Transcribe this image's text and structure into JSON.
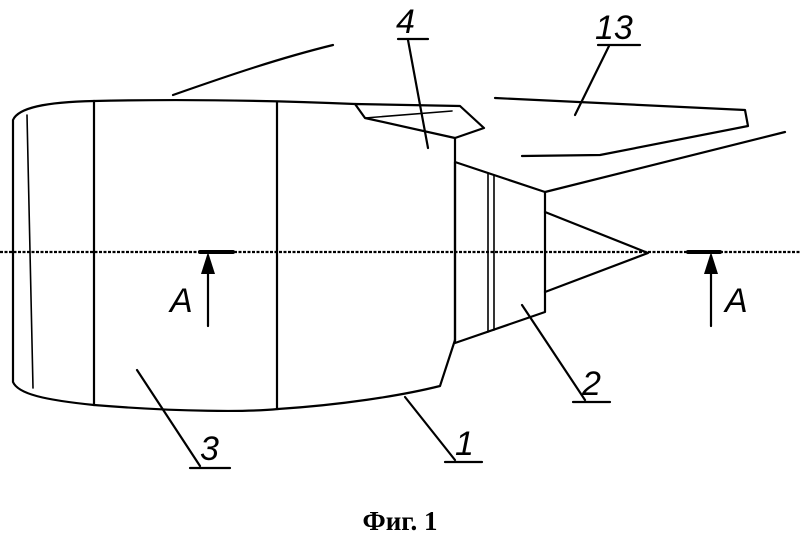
{
  "figure": {
    "caption": "Фиг. 1",
    "callouts": {
      "label_1": "1",
      "label_2": "2",
      "label_3": "3",
      "label_4": "4",
      "label_13": "13"
    },
    "section_marks": {
      "left": "A",
      "right": "A"
    }
  }
}
